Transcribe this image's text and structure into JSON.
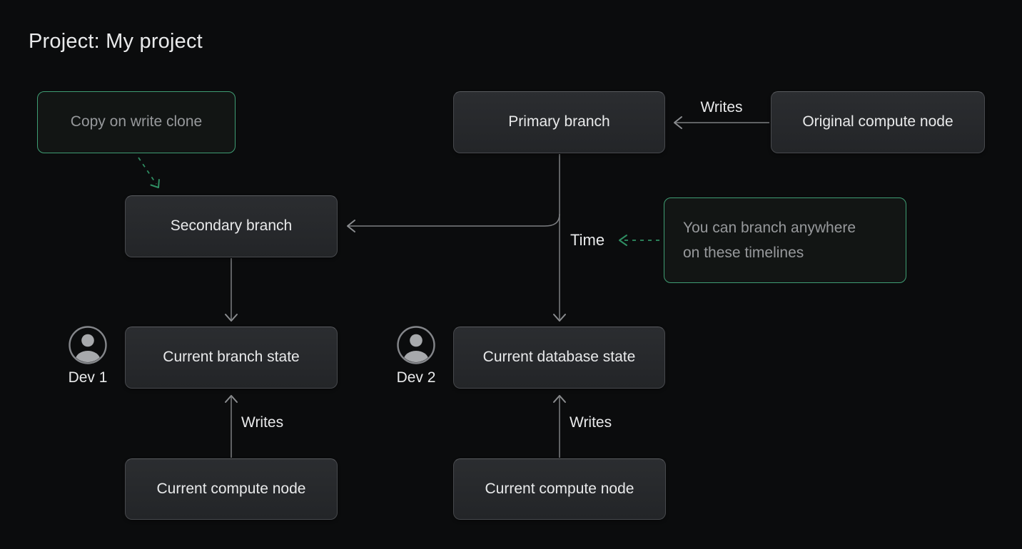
{
  "page": {
    "title": "Project: My project"
  },
  "colors": {
    "bg": "#0b0c0d",
    "box_fill_top": "#2b2d30",
    "box_fill_bottom": "#232528",
    "box_border": "#47494d",
    "green_border": "#3f9d73",
    "green_dash": "#2f8f63",
    "line": "#7c7e81",
    "text_primary": "#e9eaeb",
    "text_muted": "#97999c"
  },
  "nodes": {
    "copy_on_write_clone": {
      "label": "Copy on write clone"
    },
    "primary_branch": {
      "label": "Primary branch"
    },
    "original_compute_node": {
      "label": "Original compute node"
    },
    "secondary_branch": {
      "label": "Secondary branch"
    },
    "current_branch_state": {
      "label": "Current branch state"
    },
    "current_database_state": {
      "label": "Current database state"
    },
    "current_compute_node_left": {
      "label": "Current compute node"
    },
    "current_compute_node_right": {
      "label": "Current compute node"
    }
  },
  "note": {
    "lines": [
      "You can branch anywhere",
      "on these timelines"
    ]
  },
  "labels": {
    "writes_top": "Writes",
    "writes_left": "Writes",
    "writes_right": "Writes",
    "time": "Time",
    "dev1": "Dev 1",
    "dev2": "Dev 2"
  },
  "icons": {
    "dev1": "person-icon",
    "dev2": "person-icon"
  }
}
